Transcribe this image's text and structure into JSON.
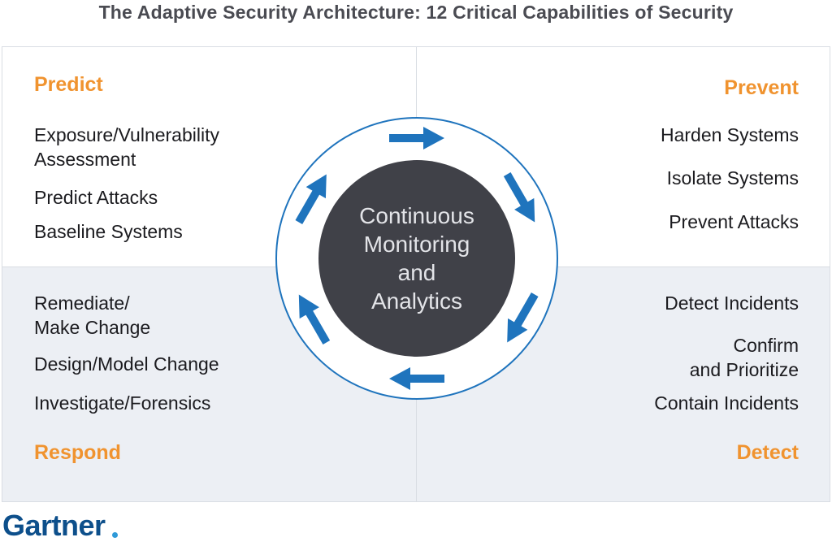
{
  "title": "The Adaptive Security Architecture: 12 Critical Capabilities of Security",
  "center": {
    "lines": [
      "Continuous",
      "Monitoring",
      "and",
      "Analytics"
    ]
  },
  "quadrants": {
    "predict": {
      "heading": "Predict",
      "items": [
        "Exposure/Vulnerability",
        "Assessment",
        "Predict Attacks",
        "Baseline Systems"
      ]
    },
    "prevent": {
      "heading": "Prevent",
      "items": [
        "Harden Systems",
        "Isolate Systems",
        "Prevent Attacks"
      ]
    },
    "respond": {
      "heading": "Respond",
      "items": [
        "Remediate/",
        "Make Change",
        "Design/Model Change",
        "Investigate/Forensics"
      ]
    },
    "detect": {
      "heading": "Detect",
      "items": [
        "Detect Incidents",
        "Confirm",
        "and Prioritize",
        "Contain Incidents"
      ]
    }
  },
  "logo": "Gartner",
  "colors": {
    "heading": "#f0932f",
    "arrow": "#1f74bd",
    "center_fill": "#404148",
    "ring": "#1f74bd",
    "bottom_panel": "#eceff4",
    "logo": "#0d4f8b"
  },
  "icons": [
    "clockwise-arrow-icon"
  ]
}
